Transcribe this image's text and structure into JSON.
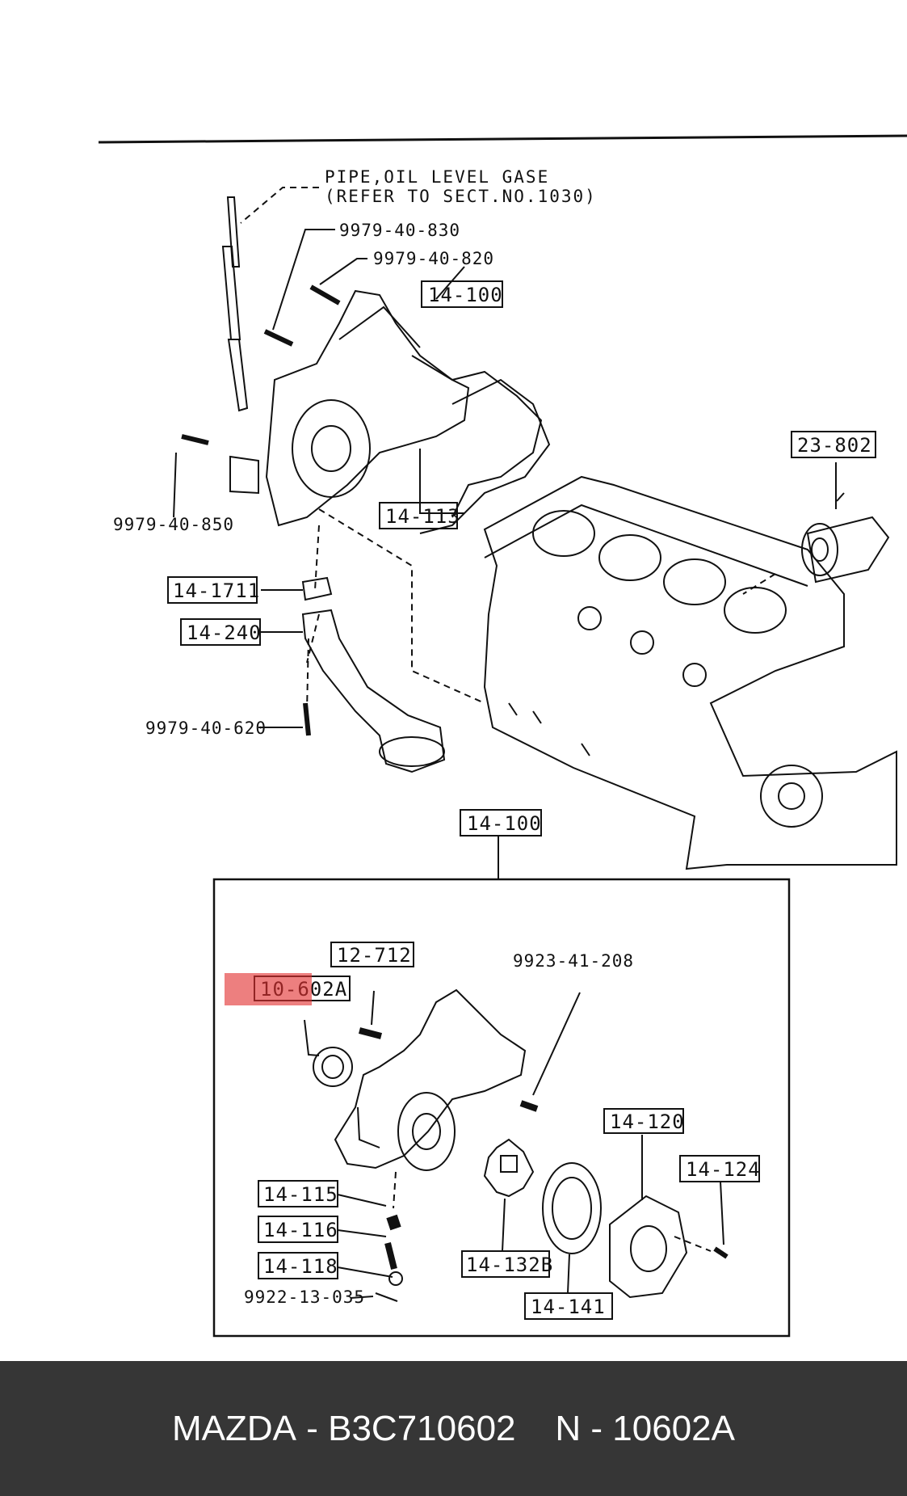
{
  "note": {
    "line1": "PIPE,OIL LEVEL GASE",
    "line2": "(REFER TO SECT.NO.1030)"
  },
  "bolts": {
    "b830": "9979-40-830",
    "b820": "9979-40-820",
    "b850": "9979-40-850",
    "b620": "9979-40-620",
    "b208": "9923-41-208",
    "b035": "9922-13-035"
  },
  "parts": {
    "p14100_top": "14-100",
    "p23802": "23-802",
    "p14113": "14-113",
    "p141711": "14-1711",
    "p14240": "14-240",
    "p14100_detail": "14-100",
    "p12712": "12-712",
    "p10602A": "10-602A",
    "p14120": "14-120",
    "p14124": "14-124",
    "p14115": "14-115",
    "p14116": "14-116",
    "p14118": "14-118",
    "p14132B": "14-132B",
    "p14141": "14-141"
  },
  "footer": {
    "brand": "MAZDA",
    "part_number": "B3C710602",
    "ref": "N - 10602A"
  },
  "colors": {
    "footer_bg": "#363636",
    "highlight": "#e23030"
  }
}
